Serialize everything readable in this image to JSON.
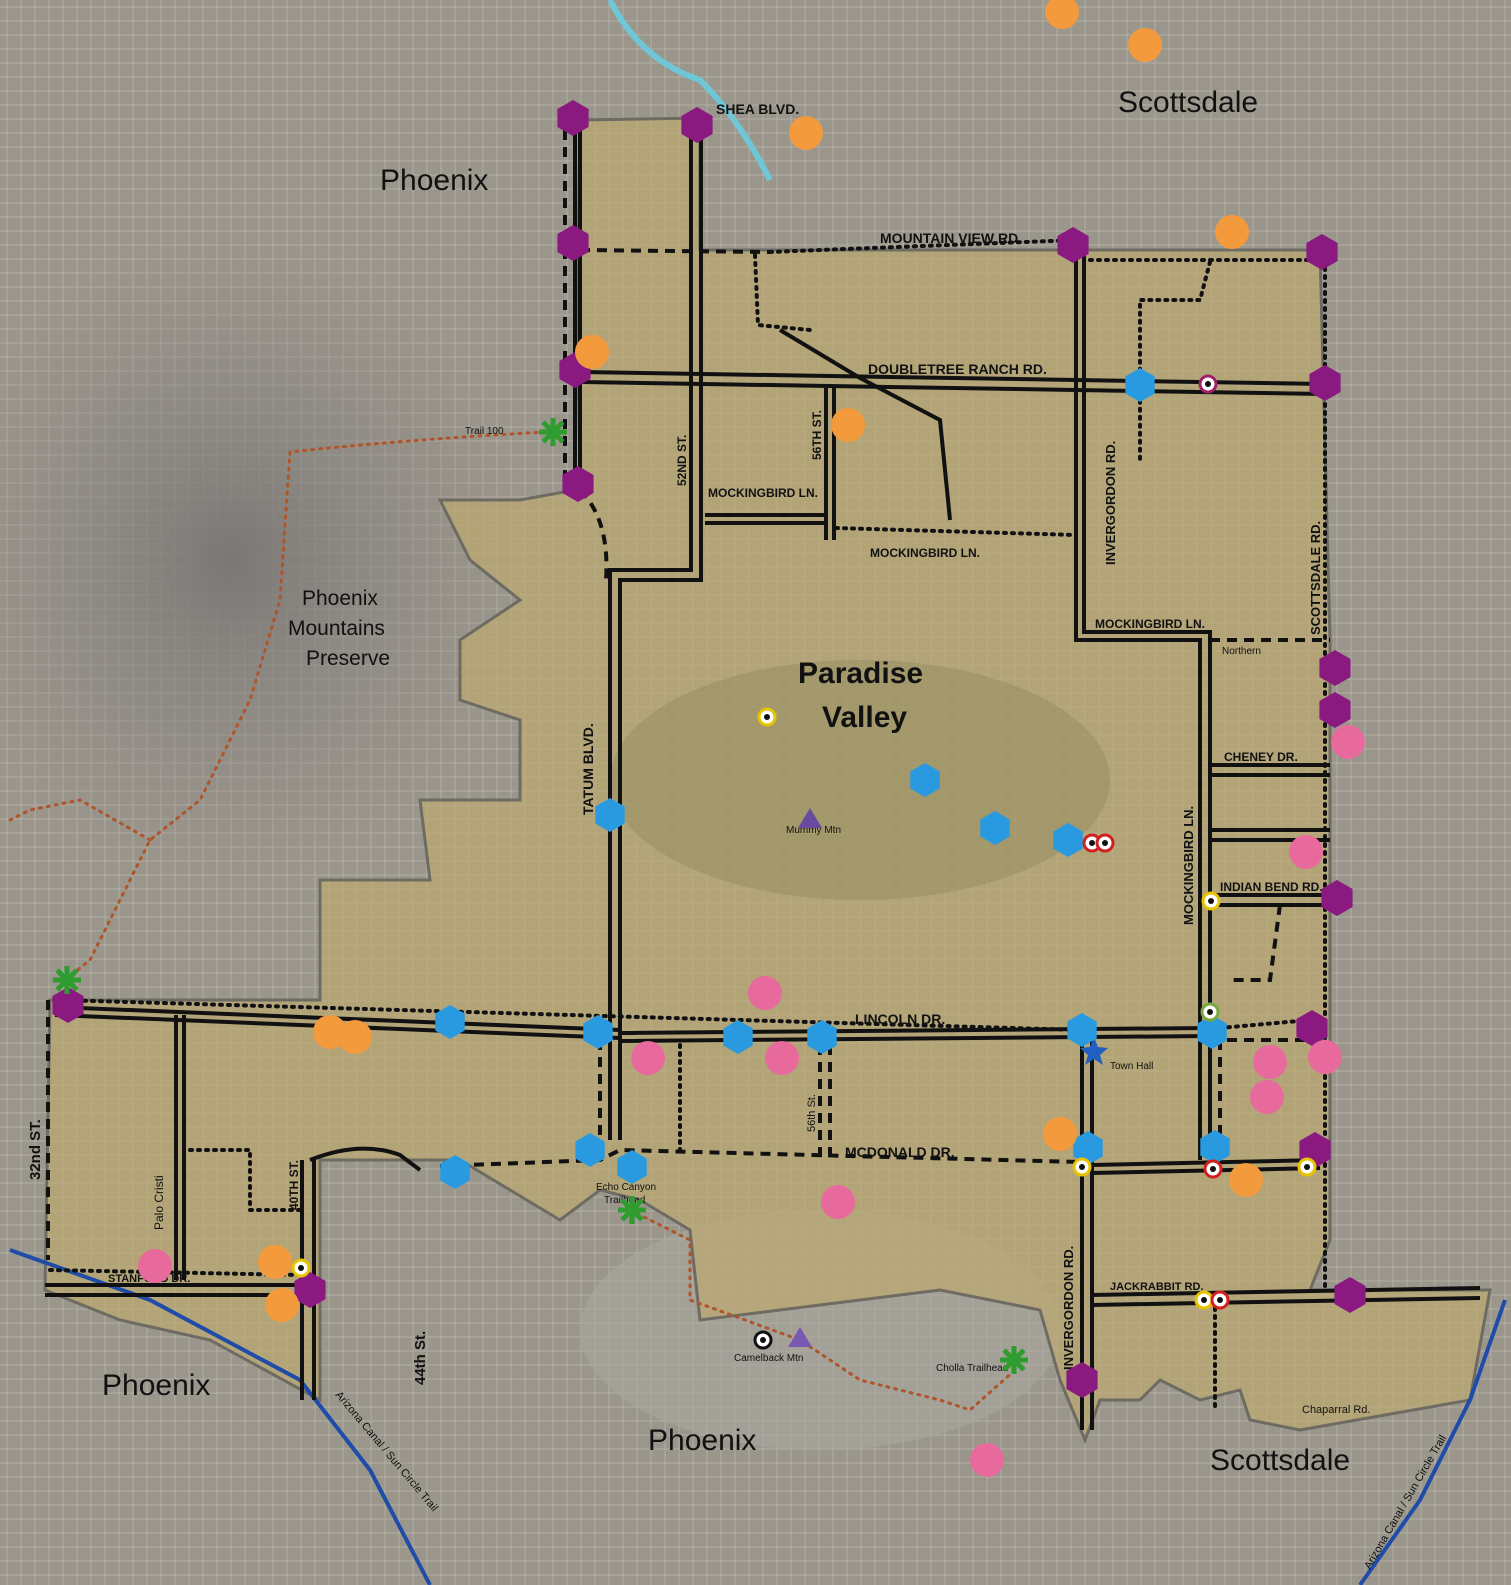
{
  "places": {
    "phoenix_nw": "Phoenix",
    "phoenix_sw": "Phoenix",
    "phoenix_s": "Phoenix",
    "scottsdale_n": "Scottsdale",
    "scottsdale_s": "Scottsdale",
    "preserve_1": "Phoenix",
    "preserve_2": "Mountains",
    "preserve_3": "Preserve",
    "pv_1": "Paradise",
    "pv_2": "Valley"
  },
  "roads": {
    "shea": "SHEA BLVD.",
    "mountain_view": "MOUNTAIN VIEW RD.",
    "doubletree": "DOUBLETREE RANCH RD.",
    "mockingbird_w": "MOCKINGBIRD LN.",
    "mockingbird_c": "MOCKINGBIRD LN.",
    "mockingbird_e": "MOCKINGBIRD LN.",
    "mockingbird_v": "MOCKINGBIRD LN.",
    "cheney": "CHENEY DR.",
    "indian_bend": "INDIAN BEND RD.",
    "lincoln": "LINCOLN DR.",
    "mcdonald": "MCDONALD DR.",
    "jackrabbit": "JACKRABBIT RD.",
    "stanford": "STANFORD DR.",
    "tatum": "TATUM BLVD.",
    "st52": "52ND ST.",
    "st56": "56TH ST.",
    "st56_lower": "56th St.",
    "invergordon_n": "INVERGORDON RD.",
    "invergordon_s": "INVERGORDON RD.",
    "scottsdale_rd": "SCOTTSDALE RD.",
    "st32": "32nd ST.",
    "st40": "40TH ST.",
    "st44": "44th St.",
    "palo_cristi": "Palo Cristi",
    "chaparral": "Chaparral Rd.",
    "canal_w": "Arizona Canal / Sun Circle Trail",
    "canal_e": "Arizona Canal / Sun Circle Trail"
  },
  "features": {
    "mummy": "Mummy Mtn",
    "camelback": "Camelback Mtn",
    "town_hall": "Town Hall",
    "trail100": "Trail 100",
    "echo_1": "Echo Canyon",
    "echo_2": "Trailhead",
    "cholla": "Cholla Trailhead",
    "northern": "Northern"
  },
  "colors": {
    "town_fill": "#bda970",
    "purple_marker": "#8a1a80",
    "blue_marker": "#2a9ae0",
    "orange_marker": "#f39a3c",
    "pink_marker": "#e86a9c",
    "green_marker": "#2e9c2e",
    "trail_line": "#b0552a",
    "canal_line": "#1f4ca8"
  }
}
